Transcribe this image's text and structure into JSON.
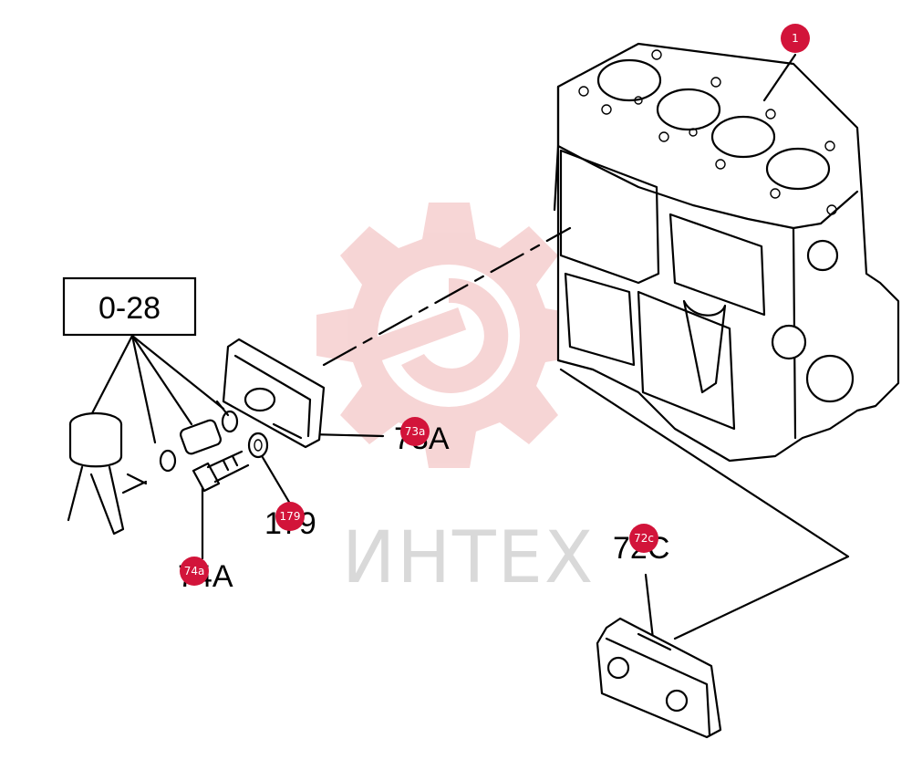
{
  "diagram": {
    "ref_box": "0-28",
    "labels": [
      {
        "id": "label-73a",
        "text": "73A"
      },
      {
        "id": "label-179",
        "text": "179"
      },
      {
        "id": "label-74a",
        "text": "74A"
      },
      {
        "id": "label-72c",
        "text": "72C"
      }
    ],
    "badges": [
      {
        "id": "badge-1",
        "text": "1"
      },
      {
        "id": "badge-73a",
        "text": "73a"
      },
      {
        "id": "badge-179",
        "text": "179"
      },
      {
        "id": "badge-74a",
        "text": "74a"
      },
      {
        "id": "badge-72c",
        "text": "72c"
      }
    ],
    "watermark": "ИНТЕХ",
    "colors": {
      "badge": "#d2143a",
      "watermark_gear": "#f4c8c8",
      "watermark_text": "#d9d9d9",
      "line": "#000000"
    }
  }
}
